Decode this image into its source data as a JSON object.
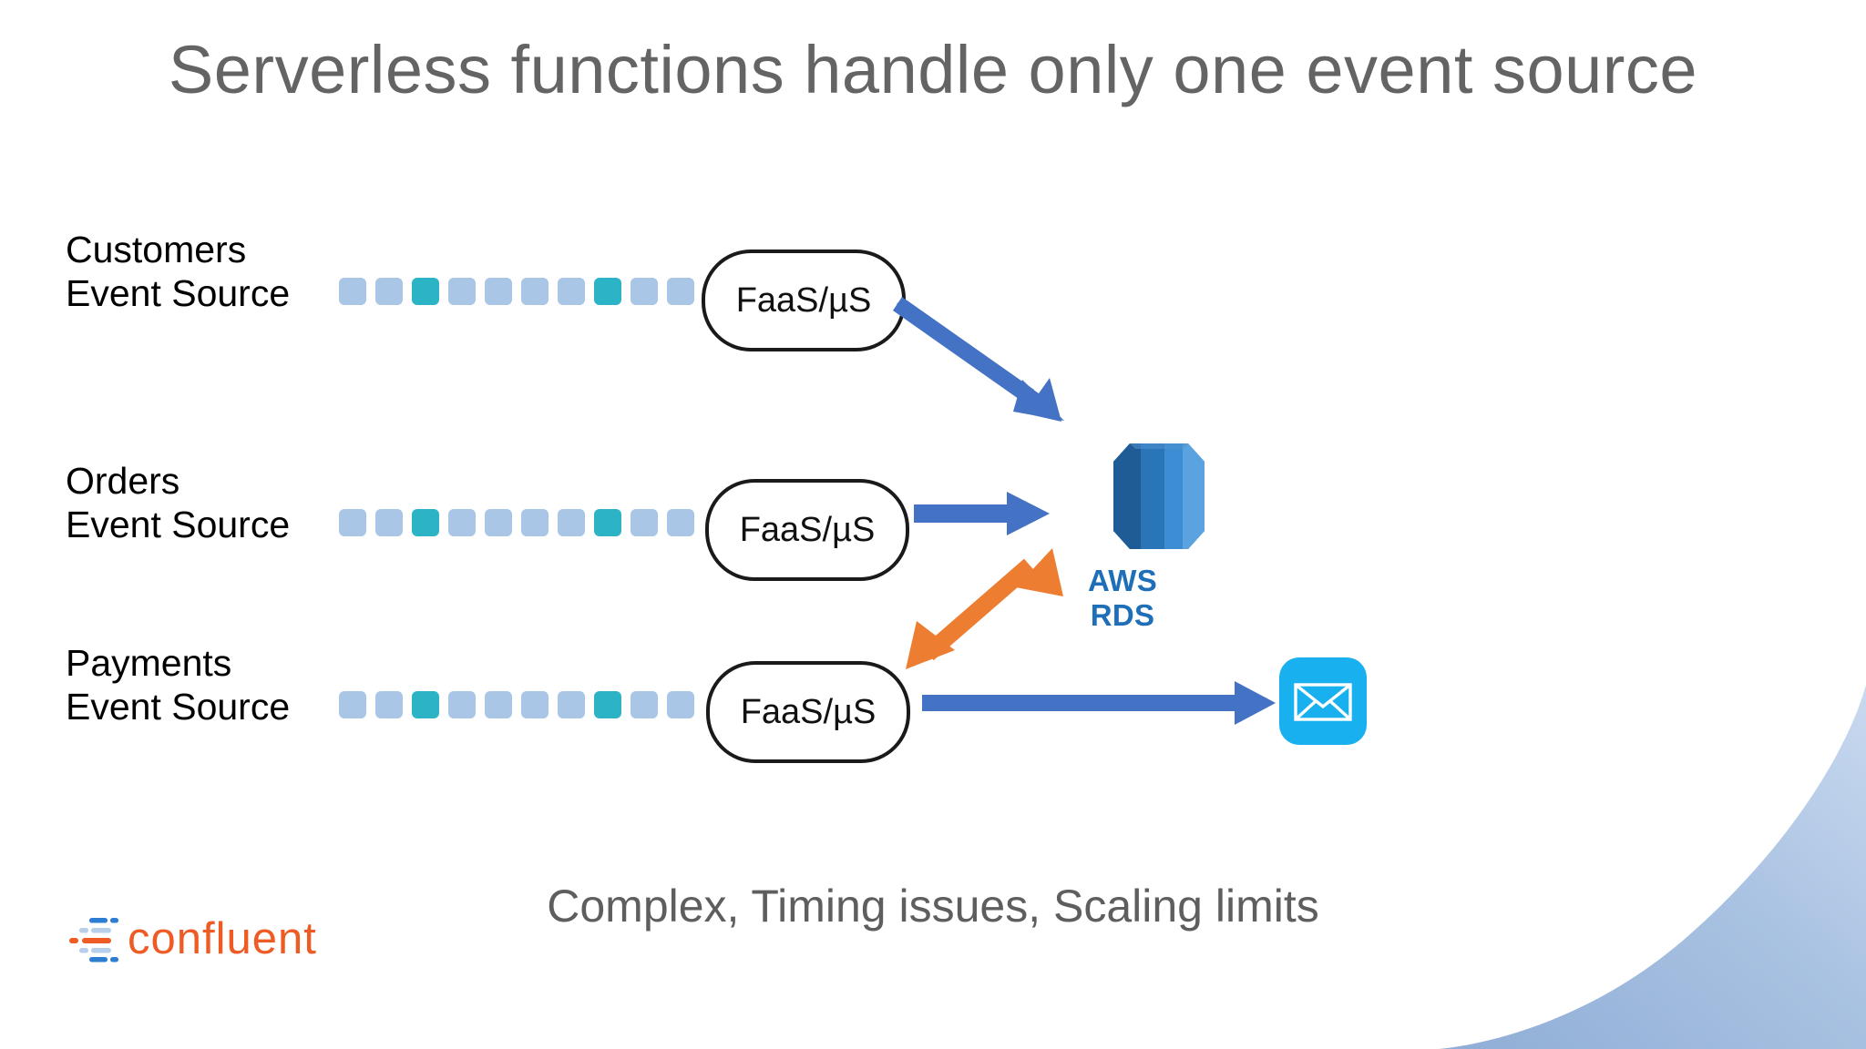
{
  "slide": {
    "title": "Serverless functions handle only one event source",
    "caption": "Complex, Timing issues, Scaling limits",
    "background": "#ffffff",
    "title_color": "#646464",
    "caption_color": "#5e5e5e"
  },
  "rows": [
    {
      "label_line1": "Customers",
      "label_line2": "Event Source",
      "function_label": "FaaS/µS",
      "stream": {
        "count": 10,
        "highlight_indices": [
          2,
          7
        ],
        "base_color": "#a9c6e6",
        "highlight_color": "#2db3c6"
      }
    },
    {
      "label_line1": "Orders",
      "label_line2": "Event Source",
      "function_label": "FaaS/µS",
      "stream": {
        "count": 10,
        "highlight_indices": [
          2,
          7
        ],
        "base_color": "#a9c6e6",
        "highlight_color": "#2db3c6"
      }
    },
    {
      "label_line1": "Payments",
      "label_line2": "Event Source",
      "function_label": "FaaS/µS",
      "stream": {
        "count": 10,
        "highlight_indices": [
          2,
          7
        ],
        "base_color": "#a9c6e6",
        "highlight_color": "#2db3c6"
      }
    }
  ],
  "datastore": {
    "label": "AWS RDS",
    "label_color": "#1f6fb8",
    "icon": "aws-rds-icon"
  },
  "notification": {
    "icon": "mail-icon",
    "color": "#18b0ee"
  },
  "arrows": [
    {
      "name": "customers-to-rds",
      "style": "diagonal-down",
      "color": "#4472c4",
      "heads": 1
    },
    {
      "name": "orders-to-rds",
      "style": "horizontal",
      "color": "#4472c4",
      "heads": 1
    },
    {
      "name": "payments-rds-bidirectional",
      "style": "diagonal-up",
      "color": "#ed7d31",
      "heads": 2
    },
    {
      "name": "payments-to-mail",
      "style": "horizontal-long",
      "color": "#4472c4",
      "heads": 1
    }
  ],
  "brand": {
    "word": "confluent",
    "word_color": "#ef5b25",
    "mark_blue": "#2d7dd2",
    "mark_light_blue": "#b7cfea",
    "mark_orange": "#ef5b25"
  },
  "decor": {
    "swoosh_color_top": "#c4d6ee",
    "swoosh_color_bottom": "#90aed6"
  }
}
